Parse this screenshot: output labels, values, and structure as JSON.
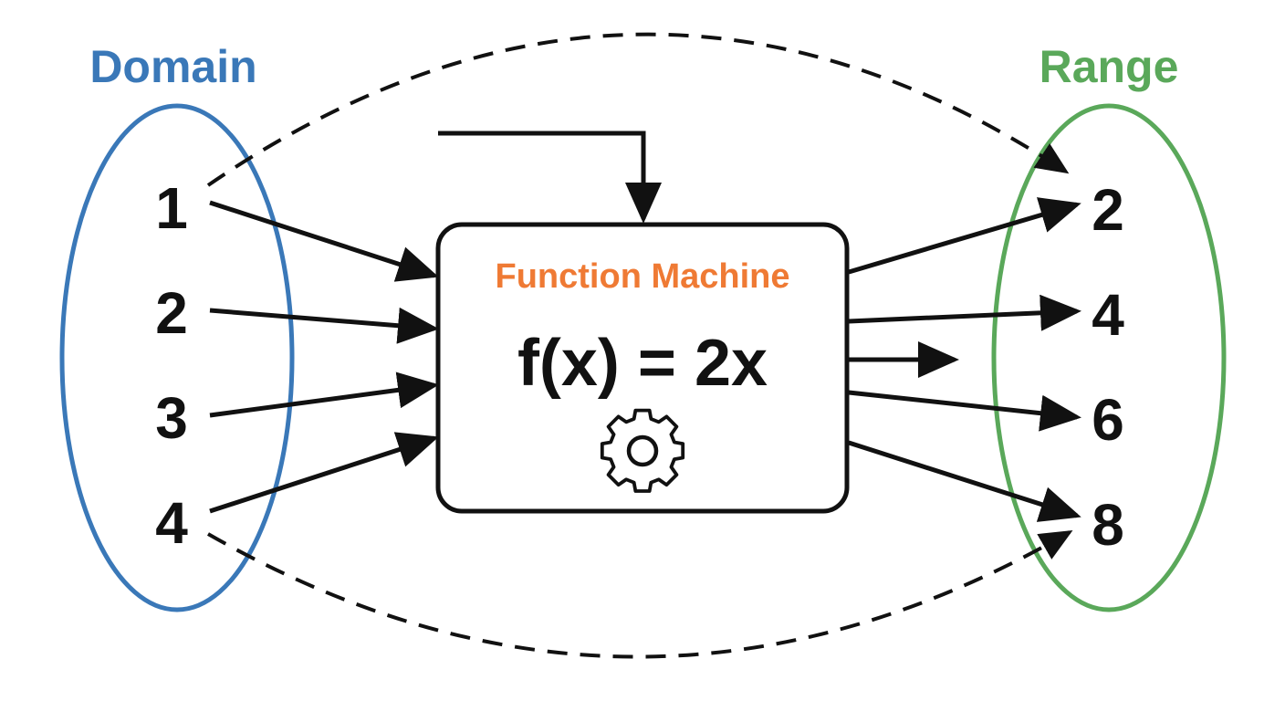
{
  "domain": {
    "title": "Domain",
    "color": "#3a78b8",
    "elements": [
      "1",
      "2",
      "3",
      "4"
    ]
  },
  "range": {
    "title": "Range",
    "color": "#5aa85a",
    "elements": [
      "2",
      "4",
      "6",
      "8"
    ]
  },
  "machine": {
    "title": "Function Machine",
    "title_color": "#ef7a34",
    "formula": "f(x) = 2x",
    "icon": "gear-icon"
  },
  "mappings": [
    {
      "from": "1",
      "to": "2"
    },
    {
      "from": "2",
      "to": "4"
    },
    {
      "from": "3",
      "to": "6"
    },
    {
      "from": "4",
      "to": "8"
    }
  ]
}
